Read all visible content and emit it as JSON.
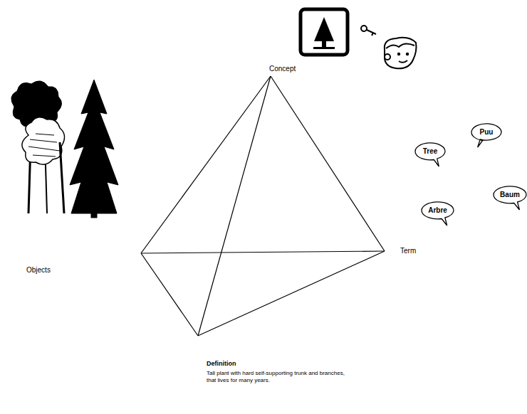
{
  "diagram": {
    "nodes": [
      {
        "text": [
          "Puu"
        ]
      },
      {
        "text": [
          "Tree"
        ]
      },
      {
        "text": [
          "Baum"
        ]
      },
      {
        "text": [
          "Arbre"
        ]
      }
    ],
    "labels": [
      "Concept",
      "Objects",
      "Term",
      "Definition",
      "Tall plant with hard self-supporting trunk and branches, that lives for many years."
    ]
  }
}
